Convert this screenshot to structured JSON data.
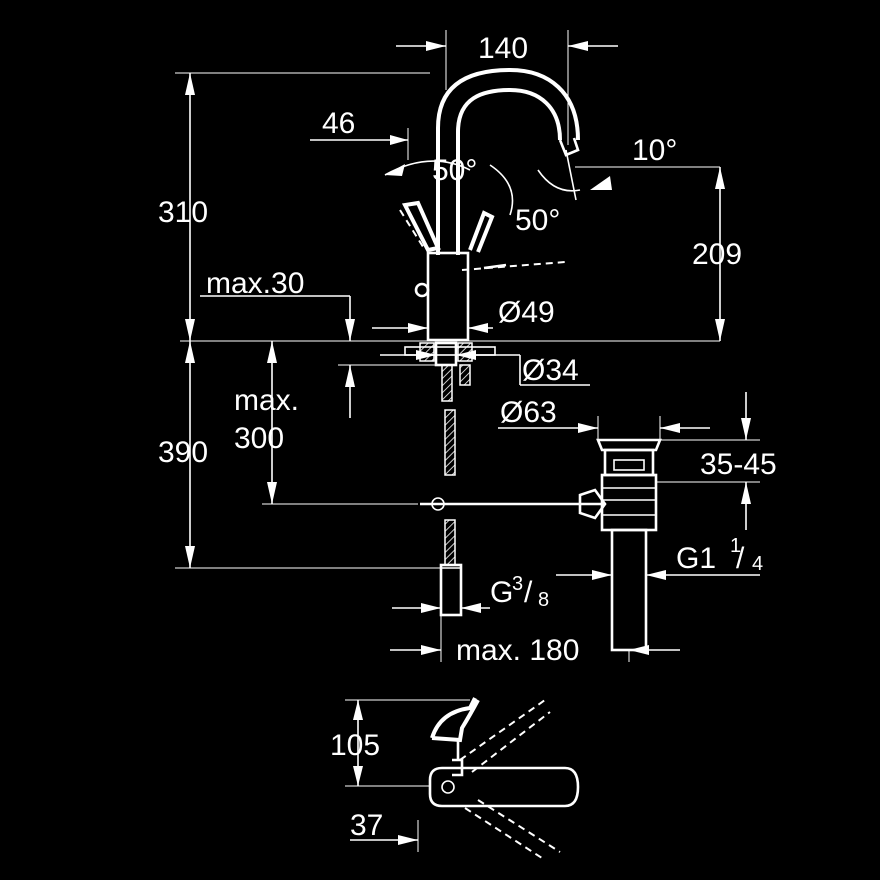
{
  "dimensions": {
    "spout_reach": "140",
    "handle_offset": "46",
    "lever_angle_left": "50°",
    "lever_angle_right": "50°",
    "spout_angle": "10°",
    "total_height": "310",
    "spout_height": "209",
    "max_deck_label": "max.30",
    "body_diameter": "Ø49",
    "shank_diameter": "Ø34",
    "drain_diameter": "Ø63",
    "under_counter": "390",
    "max_below_line1": "max.",
    "max_below_line2": "300",
    "drain_range": "35-45",
    "tail_thread_main": "G1",
    "tail_thread_num": "1",
    "tail_thread_den": "4",
    "supply_thread_main": "G",
    "supply_thread_num": "3",
    "supply_thread_den": "8",
    "max_180": "max. 180",
    "top_view_height": "105",
    "top_view_offset": "37"
  }
}
